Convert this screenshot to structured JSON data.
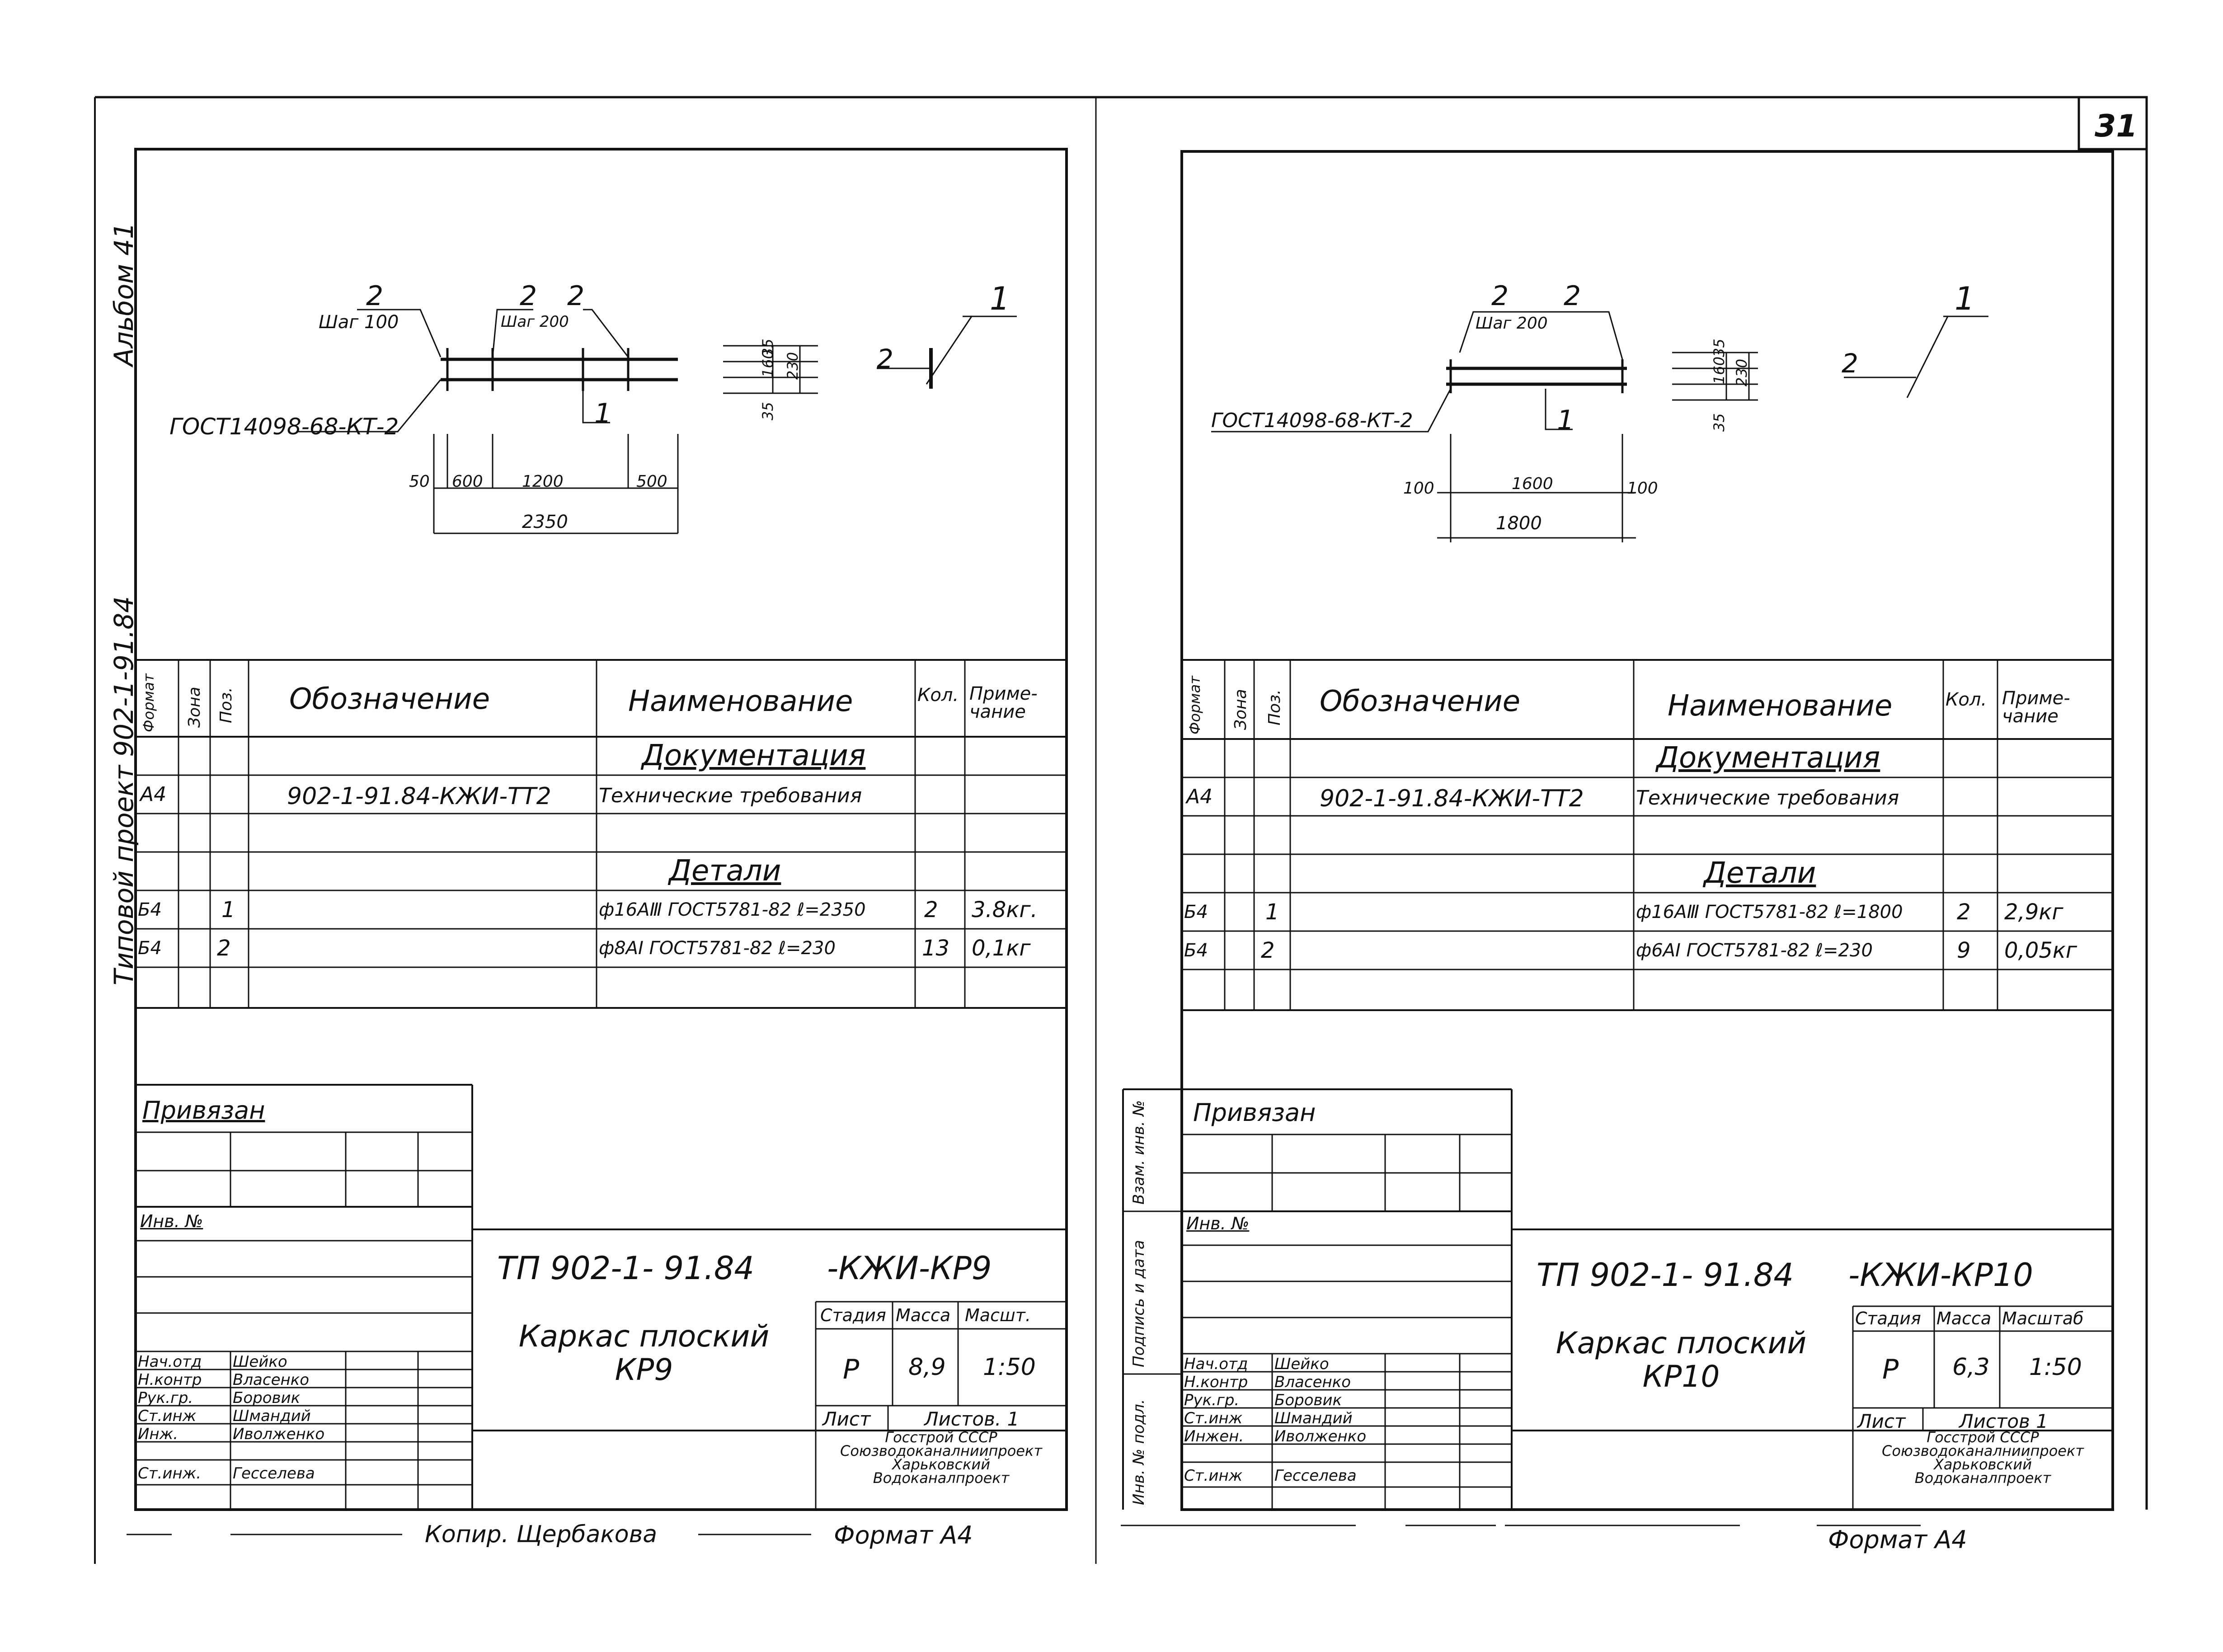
{
  "page_number": "31",
  "album_label": "Альбом 41",
  "project_label": "Типовой проект 902-1-91.84",
  "left_sheet": {
    "callouts": {
      "pos2_a": "2",
      "step_a": "Шаг 100",
      "pos2_b": "2",
      "pos2_c": "2",
      "step_b": "Шаг 200",
      "pos1_a": "1",
      "gost": "ГОСТ14098-68-КТ-2",
      "pos1_b": "1",
      "pos2_d": "2"
    },
    "dims": {
      "d50": "50",
      "d600": "600",
      "d1200": "1200",
      "d500": "500",
      "d2350": "2350",
      "d35a": "35",
      "d160": "160",
      "d230": "230",
      "d35b": "35"
    },
    "spec_header": {
      "format": "Формат",
      "zone": "Зона",
      "pos": "Поз.",
      "designation": "Обозначение",
      "name": "Наименование",
      "qty": "Кол.",
      "note": "Приме-\nчание"
    },
    "sections": {
      "documentation": "Документация",
      "details": "Детали"
    },
    "doc_row": {
      "format": "А4",
      "designation": "902-1-91.84-КЖИ-ТТ2",
      "name": "Технические требования"
    },
    "rows": [
      {
        "format": "Б4",
        "pos": "1",
        "name": "ф16АⅢ ГОСТ5781-82 ℓ=2350",
        "qty": "2",
        "note": "3.8кг."
      },
      {
        "format": "Б4",
        "pos": "2",
        "name": "ф8АⅠ ГОСТ5781-82 ℓ=230",
        "qty": "13",
        "note": "0,1кг"
      }
    ],
    "attached": "Привязан",
    "inv_no": "Инв. №",
    "code": "ТП 902-1- 91.84",
    "code_suffix": "-КЖИ-КР9",
    "title": "Каркас плоский\nКР9",
    "stage_h": "Стадия",
    "mass_h": "Масса",
    "scale_h": "Масшт.",
    "stage": "Р",
    "mass": "8,9",
    "scale": "1:50",
    "sheet_h": "Лист",
    "sheets_h": "Листов. 1",
    "org": "Госстрой СССР\nСоюзводоканалниипроект\nХарьковский\nВодоканалпроект",
    "roles": [
      "Нач.отд",
      "Н.контр",
      "Рук.гр.",
      "Ст.инж",
      "Инж.",
      "Ст.инж."
    ],
    "names": [
      "Шейко",
      "Власенко",
      "Боровик",
      "Шмандий",
      "Иволженко",
      "Гесселева"
    ],
    "copy": "Копир. Щербакова",
    "format": "Формат А4"
  },
  "right_sheet": {
    "callouts": {
      "pos2_a": "2",
      "pos2_b": "2",
      "step": "Шаг 200",
      "pos1_a": "1",
      "gost": "ГОСТ14098-68-КТ-2",
      "pos1_b": "1",
      "pos2_c": "2"
    },
    "dims": {
      "d100a": "100",
      "d1600": "1600",
      "d100b": "100",
      "d1800": "1800",
      "d35a": "35",
      "d160": "160",
      "d230": "230",
      "d35b": "35"
    },
    "spec_header": {
      "format": "Формат",
      "zone": "Зона",
      "pos": "Поз.",
      "designation": "Обозначение",
      "name": "Наименование",
      "qty": "Кол.",
      "note": "Приме-\nчание"
    },
    "sections": {
      "documentation": "Документация",
      "details": "Детали"
    },
    "doc_row": {
      "format": "А4",
      "designation": "902-1-91.84-КЖИ-ТТ2",
      "name": "Технические требования"
    },
    "rows": [
      {
        "format": "Б4",
        "pos": "1",
        "name": "ф16АⅢ ГОСТ5781-82 ℓ=1800",
        "qty": "2",
        "note": "2,9кг"
      },
      {
        "format": "Б4",
        "pos": "2",
        "name": "ф6АⅠ ГОСТ5781-82 ℓ=230",
        "qty": "9",
        "note": "0,05кг"
      }
    ],
    "attached": "Привязан",
    "inv_no": "Инв. №",
    "side_labels": [
      "Взам. инв. №",
      "Подпись и дата",
      "Инв. № подл."
    ],
    "code": "ТП 902-1- 91.84",
    "code_suffix": "-КЖИ-КР10",
    "title": "Каркас плоский\nКР10",
    "stage_h": "Стадия",
    "mass_h": "Масса",
    "scale_h": "Масштаб",
    "stage": "Р",
    "mass": "6,3",
    "scale": "1:50",
    "sheet_h": "Лист",
    "sheets_h": "Листов 1",
    "org": "Госстрой СССР\nСоюзводоканалниипроект\nХарьковский\nВодоканалпроект",
    "roles": [
      "Нач.отд",
      "Н.контр",
      "Рук.гр.",
      "Ст.инж",
      "Инжен.",
      "Ст.инж"
    ],
    "names": [
      "Шейко",
      "Власенко",
      "Боровик",
      "Шмандий",
      "Иволженко",
      "Гесселева"
    ],
    "format": "Формат А4"
  }
}
